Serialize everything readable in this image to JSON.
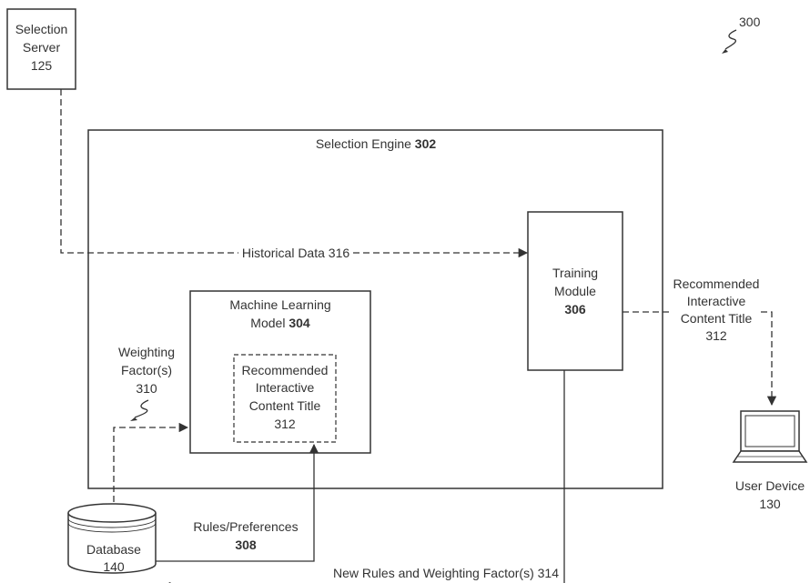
{
  "figure_ref": "300",
  "selection_server": {
    "line1": "Selection",
    "line2": "Server",
    "ref": "125"
  },
  "selection_engine": {
    "label": "Selection Engine",
    "ref": "302"
  },
  "training_module": {
    "line1": "Training",
    "line2": "Module",
    "ref": "306"
  },
  "ml_model": {
    "line1": "Machine Learning",
    "line2": "Model",
    "ref": "304"
  },
  "recommended_inner": {
    "line1": "Recommended",
    "line2": "Interactive",
    "line3": "Content Title",
    "ref": "312"
  },
  "recommended_output": {
    "line1": "Recommended",
    "line2": "Interactive",
    "line3": "Content Title",
    "ref": "312"
  },
  "weighting": {
    "line1": "Weighting",
    "line2": "Factor(s)",
    "ref": "310"
  },
  "historical_data": {
    "label": "Historical Data",
    "ref": "316"
  },
  "rules": {
    "label": "Rules/Preferences",
    "ref": "308"
  },
  "new_rules": {
    "label": "New Rules and Weighting Factor(s)",
    "ref": "314"
  },
  "database": {
    "label": "Database",
    "ref": "140"
  },
  "user_device": {
    "label": "User Device",
    "ref": "130"
  }
}
